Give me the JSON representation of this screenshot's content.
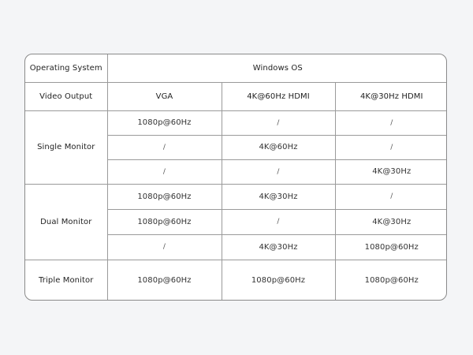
{
  "table": {
    "header_row_1": {
      "label": "Operating System",
      "value": "Windows OS"
    },
    "header_row_2": {
      "label": "Video Output",
      "columns": [
        "VGA",
        "4K@60Hz HDMI",
        "4K@30Hz HDMI"
      ]
    },
    "groups": [
      {
        "label": "Single Monitor",
        "rows": [
          [
            "1080p@60Hz",
            "/",
            "/"
          ],
          [
            "/",
            "4K@60Hz",
            "/"
          ],
          [
            "/",
            "/",
            "4K@30Hz"
          ]
        ]
      },
      {
        "label": "Dual Monitor",
        "rows": [
          [
            "1080p@60Hz",
            "4K@30Hz",
            "/"
          ],
          [
            "1080p@60Hz",
            "/",
            "4K@30Hz"
          ],
          [
            "/",
            "4K@30Hz",
            "1080p@60Hz"
          ]
        ]
      },
      {
        "label": "Triple Monitor",
        "rows": [
          [
            "1080p@60Hz",
            "1080p@60Hz",
            "1080p@60Hz"
          ]
        ]
      }
    ]
  }
}
